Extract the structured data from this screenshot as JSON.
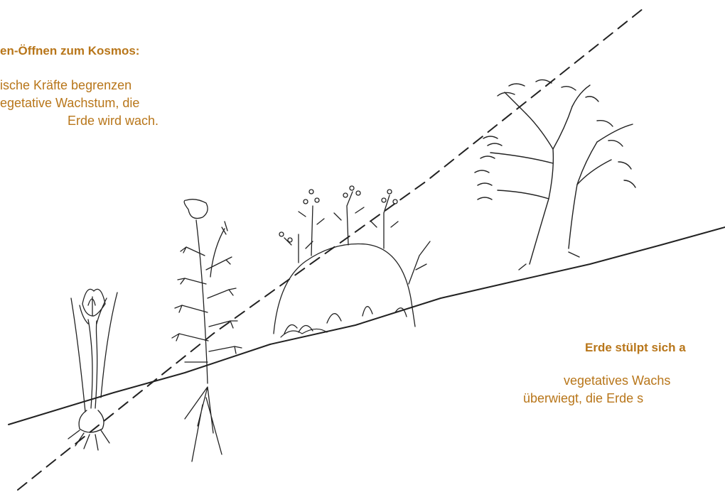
{
  "colors": {
    "text": "#b8761a",
    "ink": "#222222"
  },
  "caption_top": {
    "heading": "en-Öffnen zum Kosmos:",
    "lines": [
      "ische Kräfte begrenzen",
      "egetative Wachstum, die",
      "Erde wird wach."
    ]
  },
  "caption_bottom": {
    "heading": "Erde stülpt sich a",
    "lines": [
      "vegetatives Wachs",
      "überwiegt, die Erde s"
    ]
  },
  "illustration": {
    "plants": [
      "crocus-bulb",
      "poppy",
      "shrub-mound",
      "tree"
    ],
    "ground_line": "solid",
    "cosmos_line": "dashed"
  }
}
